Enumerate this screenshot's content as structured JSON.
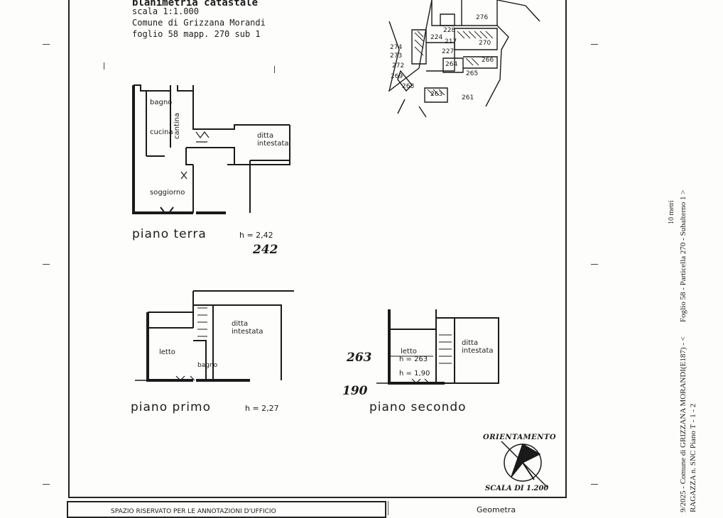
{
  "header": {
    "title": "planimetria catastale",
    "scale": "scala 1:1.000",
    "comune": "Comune di Grizzana Morandi",
    "foglio": "foglio 58 mapp. 270 sub 1"
  },
  "floors": {
    "terra": {
      "name": "piano terra",
      "height": "h = 2,42",
      "handwritten": "242",
      "rooms": {
        "bagno": "bagno",
        "cucina": "cucina",
        "cantina": "cantina",
        "soggiorno": "soggiorno",
        "ditta": "ditta intestata"
      }
    },
    "primo": {
      "name": "piano primo",
      "height": "h = 2,27",
      "rooms": {
        "letto": "letto",
        "bagno": "bagno",
        "ditta": "ditta intestata"
      }
    },
    "secondo": {
      "name": "piano secondo",
      "handwritten_a": "263",
      "handwritten_b": "190",
      "rooms": {
        "letto": "letto",
        "h1": "h = 263",
        "h2": "h = 1,90",
        "ditta": "ditta intestata"
      }
    }
  },
  "map_parcels": [
    "276",
    "228",
    "224",
    "217",
    "270",
    "227",
    "264",
    "266",
    "265",
    "274",
    "273",
    "272",
    "269",
    "268",
    "263",
    "261"
  ],
  "orientation": {
    "label": "ORIENTAMENTO",
    "scale": "SCALA DI 1.200"
  },
  "side_text": {
    "line1": "Foglio 58 - Particella 270 - Subalterno 1 >",
    "line1b": "10 metri",
    "line2": "9/2025 - Comune di GRIZZANA MORANDI(E187) - <",
    "line3": "RAGAZZA n. SNC Piano T - 1 - 2"
  },
  "footer": {
    "left": "SPAZIO RISERVATO PER LE ANNOTAZIONI D'UFFICIO",
    "right": "Geometra"
  }
}
